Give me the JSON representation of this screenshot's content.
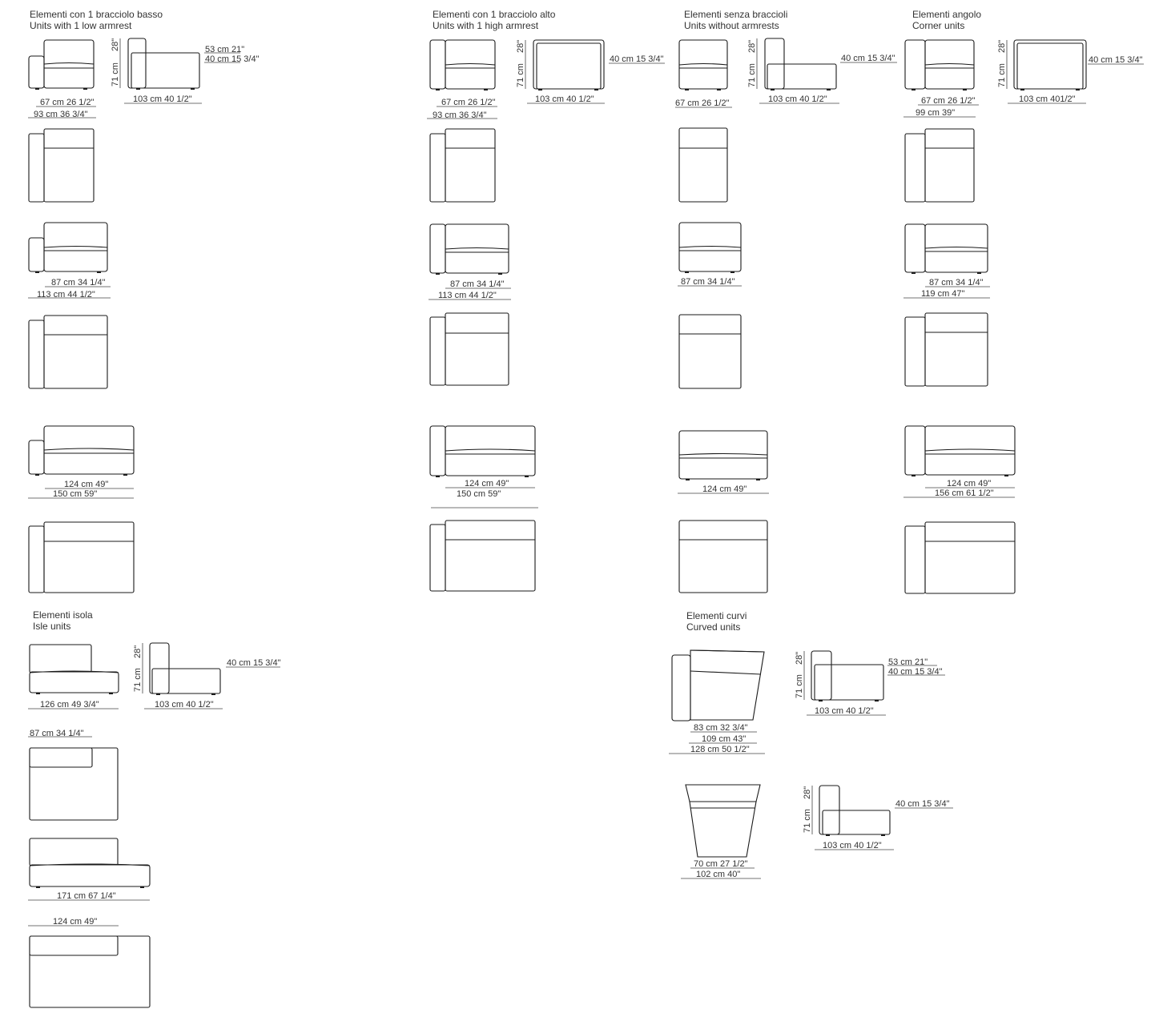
{
  "sections": {
    "low_armrest": {
      "title_it": "Elementi con 1 bracciolo basso",
      "title_en": "Units with 1 low armrest"
    },
    "high_armrest": {
      "title_it": "Elementi con 1 bracciolo alto",
      "title_en": "Units with 1 high armrest"
    },
    "no_armrest": {
      "title_it": "Elementi senza braccioli",
      "title_en": "Units without armrests"
    },
    "corner": {
      "title_it": "Elementi angolo",
      "title_en": "Corner units"
    },
    "isle": {
      "title_it": "Elementi isola",
      "title_en": "Isle units"
    },
    "curved": {
      "title_it": "Elementi curvi",
      "title_en": "Curved units"
    }
  },
  "dims": {
    "low": {
      "w67": "67 cm   26 1/2\"",
      "w93": "93 cm  36 3/4\"",
      "h71": "71 cm",
      "h28": "28\"",
      "d103": "103 cm  40 1/2\"",
      "h53": "53 cm   21\"",
      "h40": "40 cm  15 3/4\"",
      "w87": "87 cm  34 1/4\"",
      "w113": "113 cm   44 1/2\"",
      "w124": "124 cm   49\"",
      "w150": "150 cm   59\""
    },
    "high": {
      "w67": "67 cm   26 1/2\"",
      "w93": "93 cm   36 3/4\"",
      "h71": "71 cm",
      "h28": "28\"",
      "d103": "103 cm   40 1/2\"",
      "h40": "40 cm 15 3/4\"",
      "w87": "87 cm   34 1/4\"",
      "w113": "113 cm   44 1/2\"",
      "w124": "124 cm   49\"",
      "w150": "150 cm   59\""
    },
    "none": {
      "w67": "67 cm   26 1/2\"",
      "h71": "71 cm",
      "h28": "28\"",
      "d103": "103 cm   40 1/2\"",
      "h40": "40 cm 15 3/4\"",
      "w87": "87 cm   34 1/4\"",
      "w124": "124 cm   49\""
    },
    "corner": {
      "w67": "67 cm   26 1/2\"",
      "w99": "99 cm   39\"",
      "h71": "71 cm",
      "h28": "28\"",
      "d103": "103 cm   401/2\"",
      "h40": "40 cm 15 3/4\"",
      "w87": "87 cm   34 1/4\"",
      "w119": "119 cm   47\"",
      "w124": "124 cm   49\"",
      "w156": "156 cm   61 1/2\""
    },
    "isle": {
      "w126": "126 cm   49 3/4\"",
      "h71": "71 cm",
      "h28": "28\"",
      "d103": "103 cm   40 1/2\"",
      "h40": "40 cm 15 3/4\"",
      "w87": "87 cm   34 1/4\"",
      "w171": "171 cm   67 1/4\"",
      "w124": "124 cm   49\""
    },
    "curved": {
      "w83": "83 cm   32 3/4\"",
      "w109": "109 cm  43\"",
      "w128": "128 cm   50 1/2\"",
      "h71": "71 cm",
      "h28": "28\"",
      "d103": "103 cm   40 1/2\"",
      "h53": "53 cm   21\"",
      "h40": "40 cm  15 3/4\"",
      "w70": "70 cm   27 1/2\"",
      "w102": "102 cm   40\"",
      "h71b": "71 cm",
      "h28b": "28\"",
      "d103b": "103 cm   40 1/2\"",
      "h40b": "40 cm  15 3/4\""
    }
  }
}
